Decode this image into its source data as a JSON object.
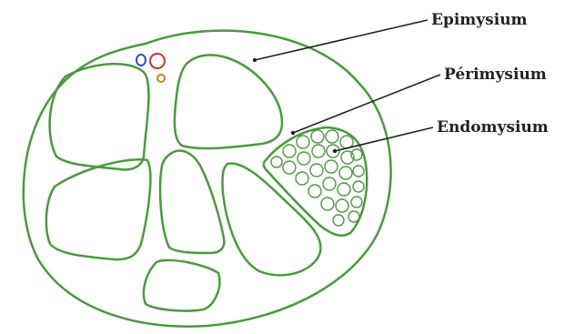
{
  "labels": {
    "epimysium": "Epimysium",
    "perimysium": "Périmysium",
    "endomysium": "Endomysium"
  },
  "colors": {
    "outline": "#4a9a3e",
    "leader": "#222222",
    "vessel_blue": "#2a4fc0",
    "vessel_red": "#d0302a",
    "vessel_orange": "#b8861c",
    "background": "#ffffff"
  }
}
